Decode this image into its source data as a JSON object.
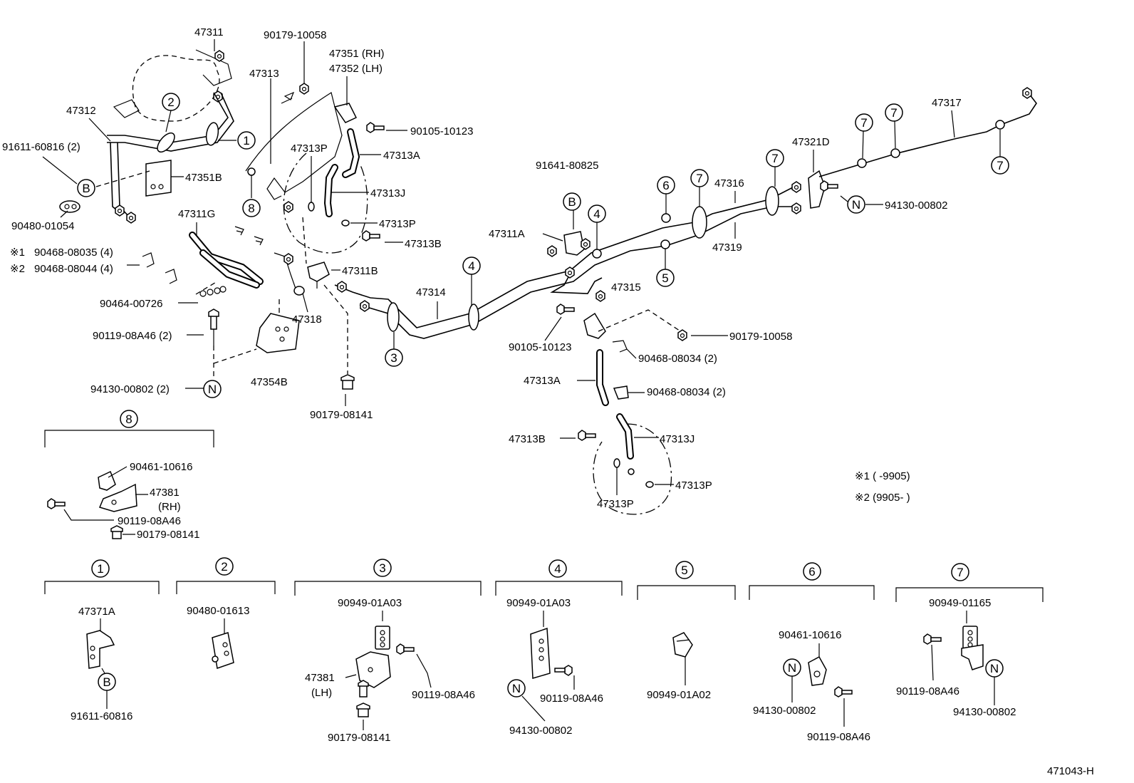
{
  "figure_code": "471043-H",
  "callouts": [
    "1",
    "2",
    "3",
    "4",
    "5",
    "6",
    "7",
    "8"
  ],
  "circle_letters": {
    "B": "B",
    "N": "N"
  },
  "labels": {
    "p47311": "47311",
    "p90179_10058_top": "90179-10058",
    "p47351": "47351 (RH)",
    "p47352": "47352 (LH)",
    "p47313": "47313",
    "p47312": "47312",
    "p90105_10123_top": "90105-10123",
    "p91611_2": "91611-60816 (2)",
    "p47351B": "47351B",
    "p47313P_a": "47313P",
    "p47313A_a": "47313A",
    "p47313J_a": "47313J",
    "p47313P_b": "47313P",
    "p47313B_a": "47313B",
    "p90480_01054": "90480-01054",
    "p47311G": "47311G",
    "p90468_08035": "90468-08035 (4)",
    "p90468_08044": "90468-08044 (4)",
    "mark1": "※1",
    "mark2": "※2",
    "p47311B": "47311B",
    "p90464": "90464-00726",
    "p47318": "47318",
    "p90119_2": "90119-08A46 (2)",
    "p94130_2": "94130-00802 (2)",
    "p47354B": "47354B",
    "p90179_08141_mid": "90179-08141",
    "p47314": "47314",
    "p91641": "91641-80825",
    "p47311A": "47311A",
    "p47315": "47315",
    "p90105_10123_mid": "90105-10123",
    "p90179_10058_mid": "90179-10058",
    "p90468_08034_a": "90468-08034 (2)",
    "p47313A_b": "47313A",
    "p90468_08034_b": "90468-08034 (2)",
    "p47313B_b": "47313B",
    "p47313J_b": "47313J",
    "p47313P_c": "47313P",
    "p47313P_d": "47313P",
    "p47316": "47316",
    "p47319": "47319",
    "p47321D": "47321D",
    "p47317": "47317",
    "p94130_right": "94130-00802",
    "note1": "※1 (        -9905)",
    "note2": "※2 (9905-         )",
    "s8_90461": "90461-10616",
    "s8_47381": "47381",
    "s8_rh": "(RH)",
    "s8_90119": "90119-08A46",
    "s8_90179": "90179-08141",
    "s1_47371A": "47371A",
    "s1_91611": "91611-60816",
    "s2_90480": "90480-01613",
    "s3_90949": "90949-01A03",
    "s3_47381": "47381",
    "s3_lh": "(LH)",
    "s3_90119": "90119-08A46",
    "s3_90179": "90179-08141",
    "s4_90949": "90949-01A03",
    "s4_90119": "90119-08A46",
    "s4_94130": "94130-00802",
    "s5_90949": "90949-01A02",
    "s6_90461": "90461-10616",
    "s6_94130": "94130-00802",
    "s6_90119": "90119-08A46",
    "s7_90949": "90949-01165",
    "s7_90119": "90119-08A46",
    "s7_94130": "94130-00802"
  }
}
